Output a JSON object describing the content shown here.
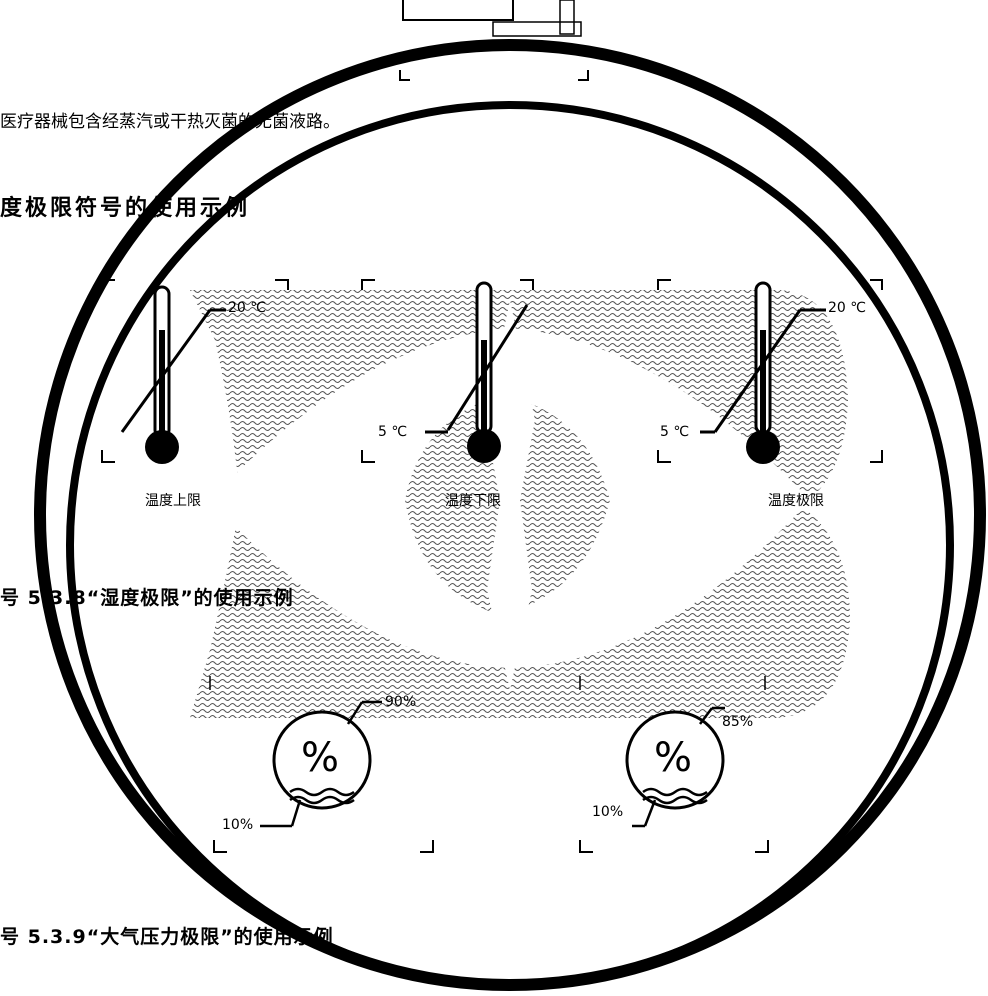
{
  "text": {
    "line1": "医疗器械包含经蒸汽或干热灭菌的无菌液路。",
    "heading": "度极限符号的使用示例",
    "caption_temp": "号 5.3.8“湿度极限”的使用示例",
    "caption_pressure": "号 5.3.9“大气压力极限”的使用示例"
  },
  "temperature_examples": [
    {
      "label": "温度上限",
      "upper": "20 ℃"
    },
    {
      "label": "温度下限",
      "lower": "5 ℃"
    },
    {
      "label": "温度极限",
      "upper": "20 ℃",
      "lower": "5 ℃"
    }
  ],
  "humidity_examples": [
    {
      "symbol": "%",
      "upper": "90%",
      "lower": "10%"
    },
    {
      "symbol": "%",
      "upper": "85%",
      "lower": "10%"
    }
  ],
  "colors": {
    "ink": "#000000",
    "paper": "#ffffff",
    "hatch": "#555555"
  }
}
